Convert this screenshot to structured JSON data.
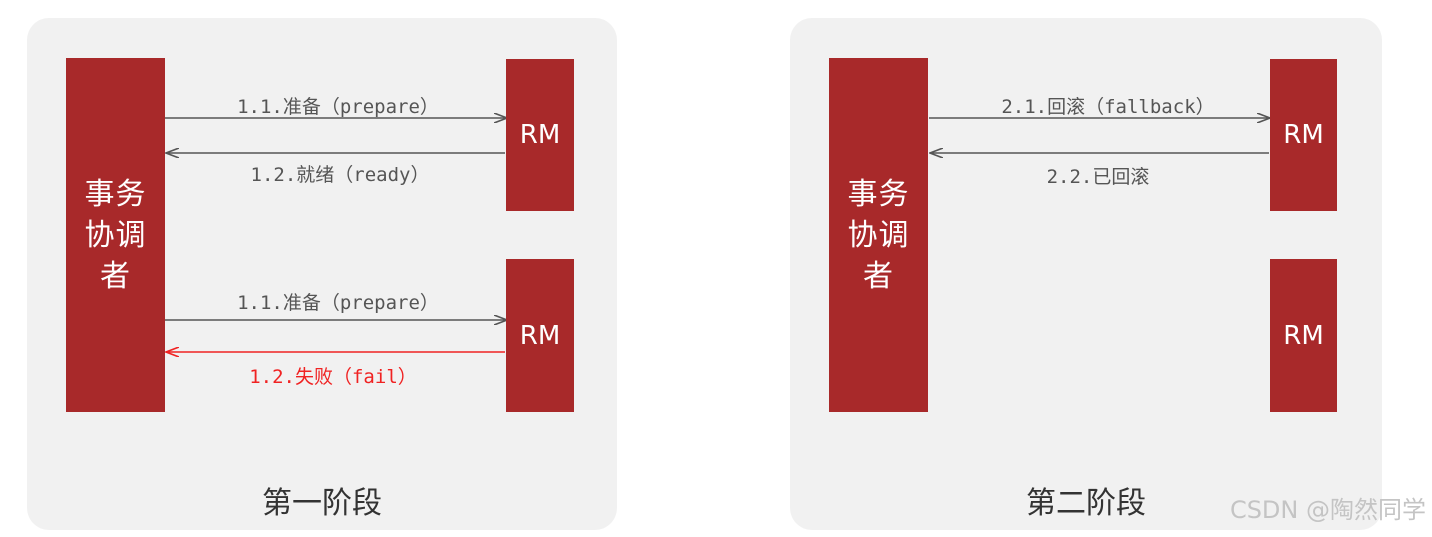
{
  "phase1": {
    "title": "第一阶段",
    "coordinator": "事务\n协调\n者",
    "rm_top": "RM",
    "rm_bottom": "RM",
    "msg_prepare_1": "1.1.准备（prepare）",
    "msg_ready": "1.2.就绪（ready）",
    "msg_prepare_2": "1.1.准备（prepare）",
    "msg_fail": "1.2.失败（fail）"
  },
  "phase2": {
    "title": "第二阶段",
    "coordinator": "事务\n协调\n者",
    "rm_top": "RM",
    "rm_bottom": "RM",
    "msg_fallback": "2.1.回滚（fallback）",
    "msg_rolledback": "2.2.已回滚"
  },
  "watermark": "CSDN @陶然同学",
  "colors": {
    "box": "#a8292a",
    "panel": "#f1f1f1",
    "arrow": "#555555",
    "fail": "#f02222"
  }
}
